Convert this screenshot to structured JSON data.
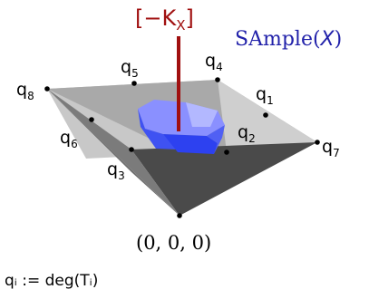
{
  "diagram": {
    "anticanonical_label": "[−K",
    "anticanonical_sub": "X",
    "anticanonical_close": "]",
    "sample_label": "SAmple(",
    "sample_var": "X",
    "sample_close": ")",
    "origin_label": "(0, 0, 0)",
    "q_labels": [
      {
        "id": "q8",
        "base": "q",
        "sub": "8"
      },
      {
        "id": "q5",
        "base": "q",
        "sub": "5"
      },
      {
        "id": "q4",
        "base": "q",
        "sub": "4"
      },
      {
        "id": "q1",
        "base": "q",
        "sub": "1"
      },
      {
        "id": "q6",
        "base": "q",
        "sub": "6"
      },
      {
        "id": "q2",
        "base": "q",
        "sub": "2"
      },
      {
        "id": "q7",
        "base": "q",
        "sub": "7"
      },
      {
        "id": "q3",
        "base": "q",
        "sub": "3"
      }
    ],
    "colors": {
      "rod": "#a01010",
      "anticanonical_text": "#a01010",
      "sample_text": "#2222aa",
      "blue_body": "#3344ee"
    }
  },
  "footer": {
    "definition": "qᵢ := deg(Tᵢ)"
  }
}
